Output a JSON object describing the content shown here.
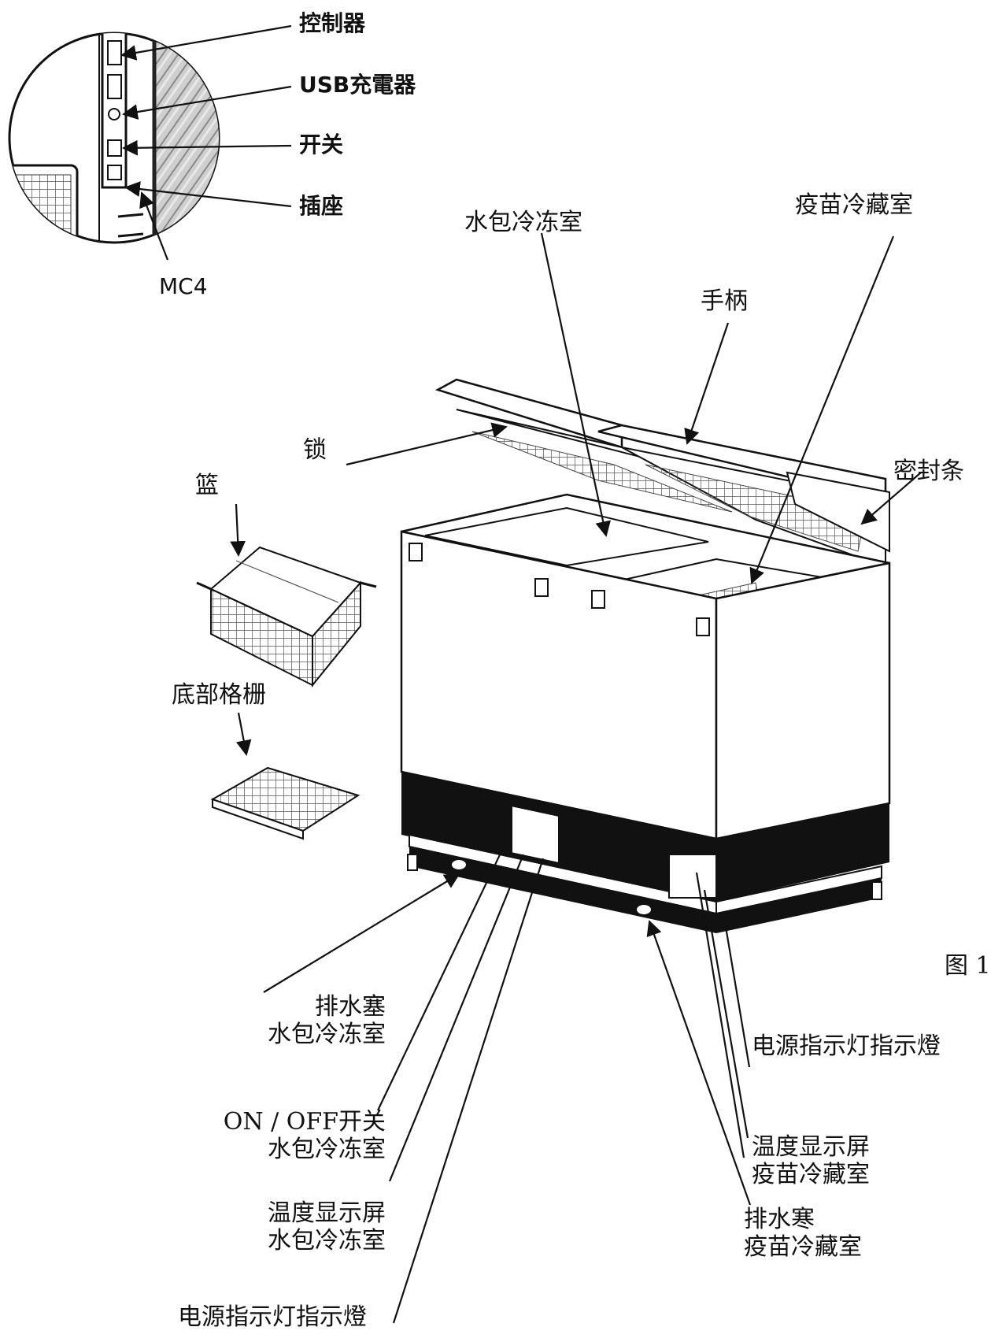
{
  "inset": {
    "controller": "控制器",
    "usb_charger": "USB充電器",
    "switch": "开关",
    "socket": "插座",
    "mc4": "MC4"
  },
  "labels": {
    "water_pack_freezer_top": "水包冷冻室",
    "vaccine_fridge_top": "疫苗冷藏室",
    "handle": "手柄",
    "lock": "锁",
    "seal": "密封条",
    "basket": "篮",
    "bottom_grid": "底部格栅",
    "figure": "图 1",
    "drain_plug_freezer": [
      "排水塞",
      "水包冷冻室"
    ],
    "on_off_switch_freezer": [
      "ON / OFF开关",
      "水包冷冻室"
    ],
    "temp_display_freezer": [
      "温度显示屏",
      "水包冷冻室"
    ],
    "power_indicator_left": "电源指示灯指示燈",
    "power_indicator_right": "电源指示灯指示燈",
    "temp_display_vaccine": [
      "温度显示屏",
      "疫苗冷藏室"
    ],
    "drain_plug_vaccine": [
      "排水寒",
      "疫苗冷藏室"
    ]
  }
}
